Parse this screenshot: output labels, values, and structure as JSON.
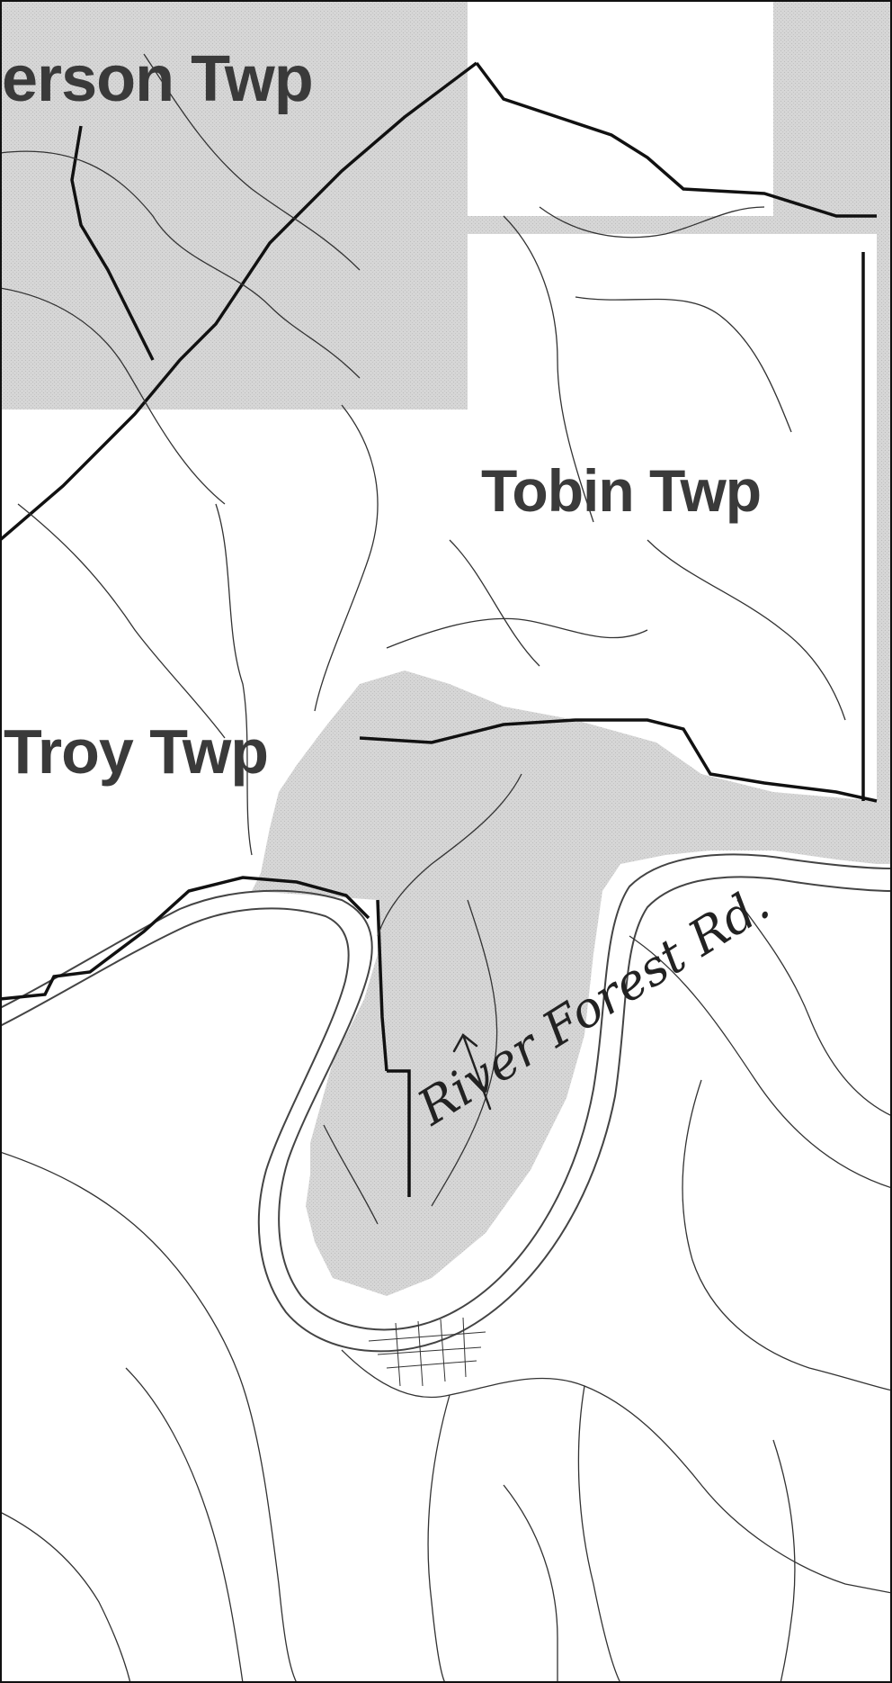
{
  "map": {
    "townships": [
      {
        "name": "jefferson",
        "label": "erson Twp"
      },
      {
        "name": "tobin",
        "label": "Tobin Twp"
      },
      {
        "name": "troy",
        "label": "Troy Twp"
      }
    ],
    "annotation": {
      "text": "River Forest Rd."
    },
    "colors": {
      "shaded_township": "#d4d4d4",
      "line": "#222222",
      "river": "#444444",
      "background": "#ffffff"
    }
  }
}
